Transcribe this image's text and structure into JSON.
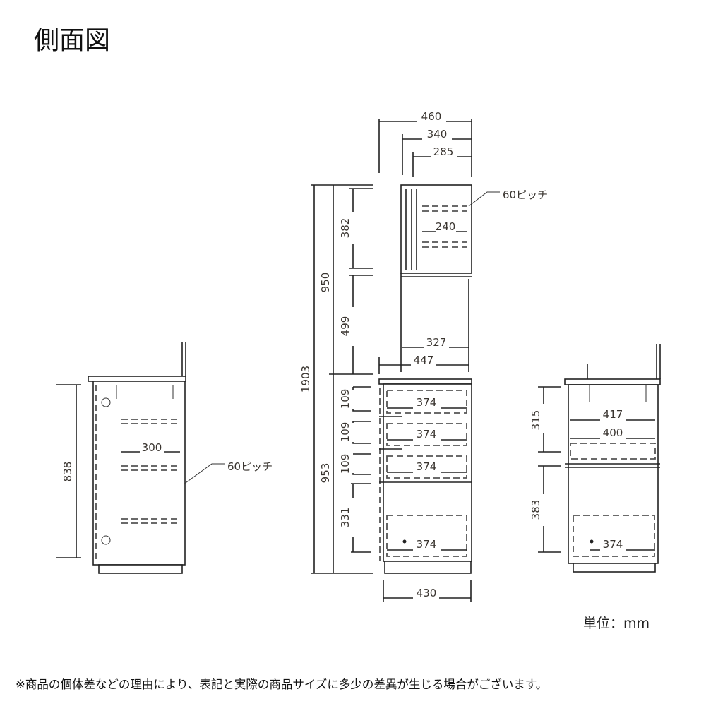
{
  "title": "側面図",
  "unit_label": "単位：mm",
  "note": "※商品の個体差などの理由により、表記と実際の商品サイズに多少の差異が生じる場合がございます。",
  "left_view": {
    "height": "838",
    "shelf_depth": "300",
    "pitch_label": "60ピッチ"
  },
  "center_view": {
    "top_widths": [
      "460",
      "340",
      "285"
    ],
    "total_height": "1903",
    "upper_height": "950",
    "lower_height": "953",
    "upper_sections": [
      "382",
      "499"
    ],
    "upper_shelf_depth": "240",
    "pitch_label": "60ピッチ",
    "inner_depth": "327",
    "counter_depth": "447",
    "drawer_heights": [
      "109",
      "109",
      "109",
      "331"
    ],
    "drawer_depths": [
      "374",
      "374",
      "374",
      "374"
    ],
    "base_depth": "430"
  },
  "right_view": {
    "section_heights": [
      "315",
      "383"
    ],
    "widths": [
      "417",
      "400",
      "374"
    ]
  }
}
